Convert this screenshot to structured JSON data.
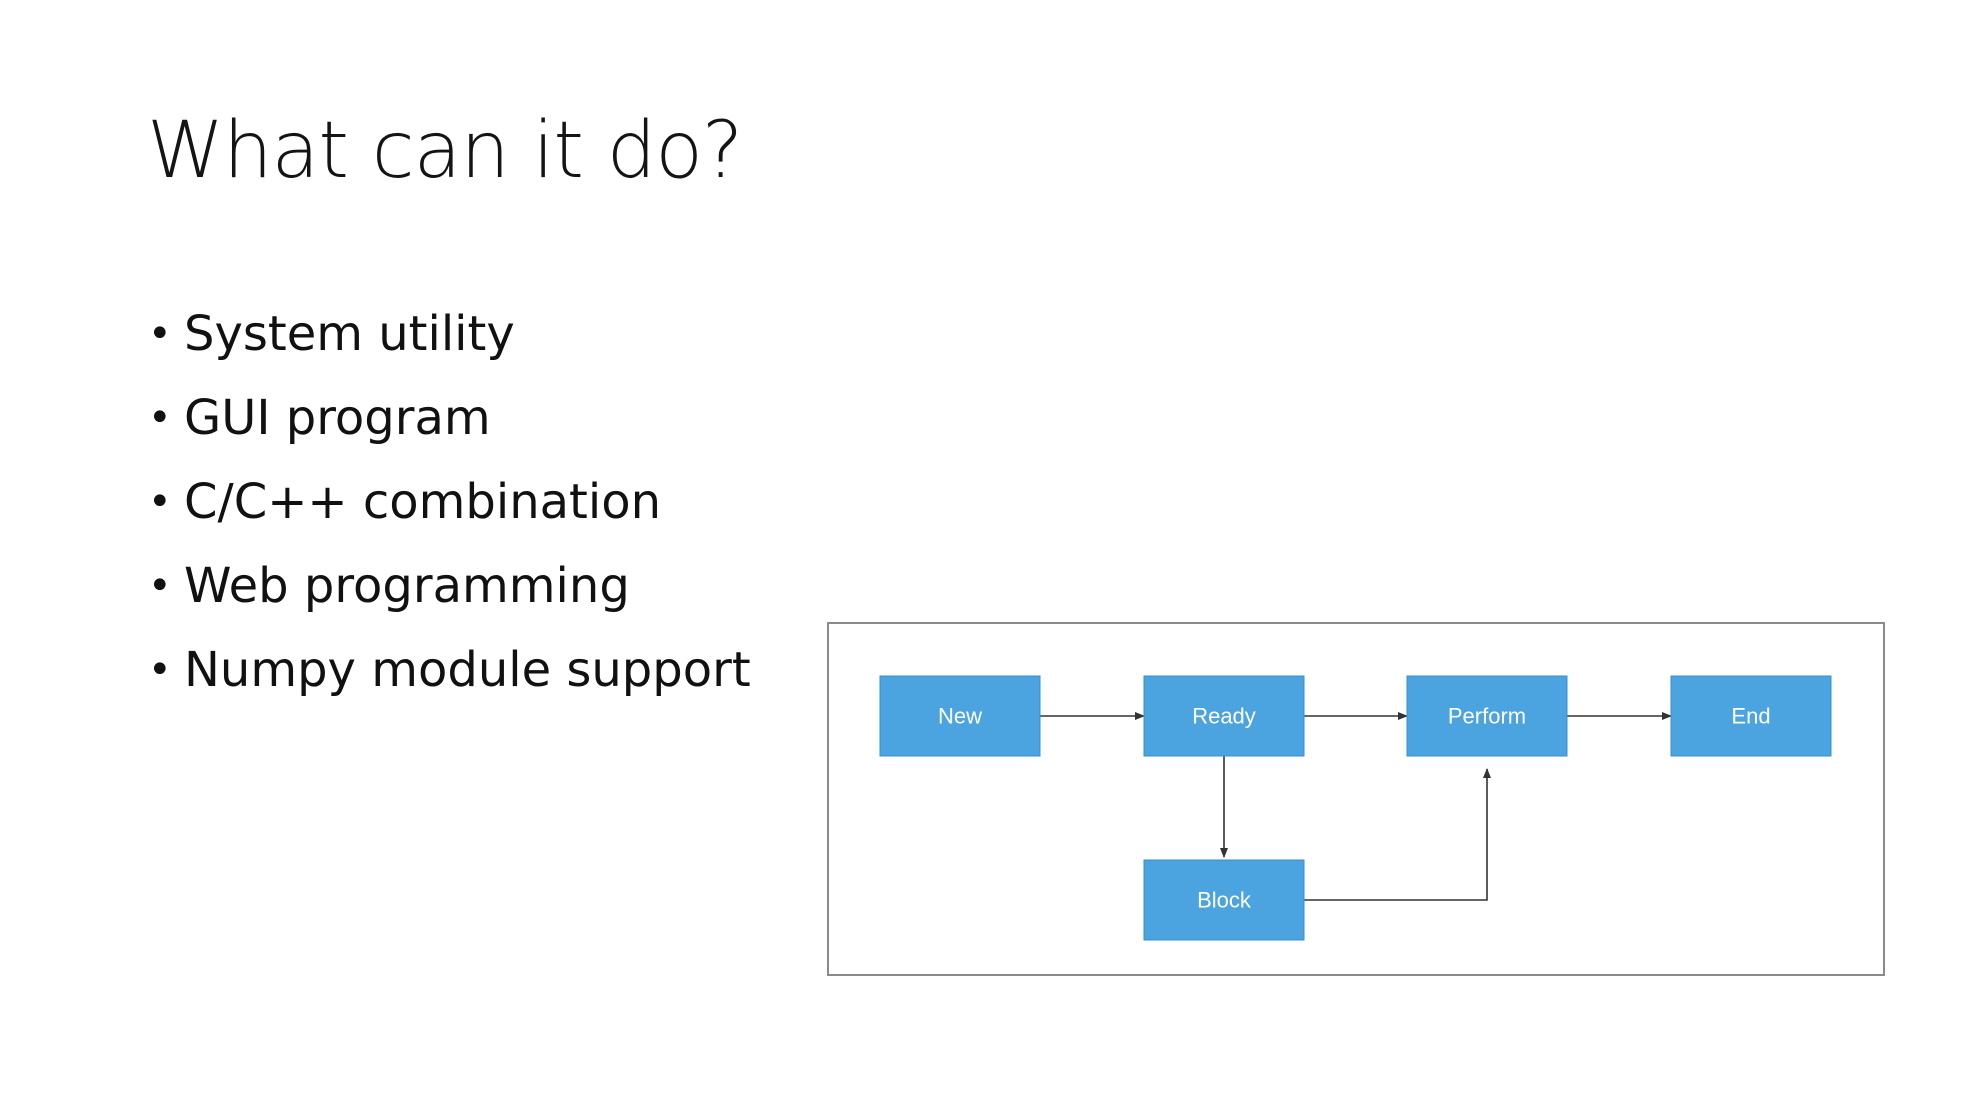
{
  "slide": {
    "title": "What can it do?",
    "bullets": [
      "System utility",
      "GUI program",
      "C/C++ combination",
      "Web programming",
      "Numpy module support"
    ]
  },
  "diagram": {
    "node_color": "#4ba3e0",
    "node_border_color": "#3b8fd0",
    "arrow_color": "#333333",
    "nodes": {
      "new": "New",
      "ready": "Ready",
      "perform": "Perform",
      "end": "End",
      "block": "Block"
    },
    "edges": [
      [
        "New",
        "Ready"
      ],
      [
        "Ready",
        "Perform"
      ],
      [
        "Perform",
        "End"
      ],
      [
        "Ready",
        "Block"
      ],
      [
        "Block",
        "Perform"
      ]
    ]
  }
}
